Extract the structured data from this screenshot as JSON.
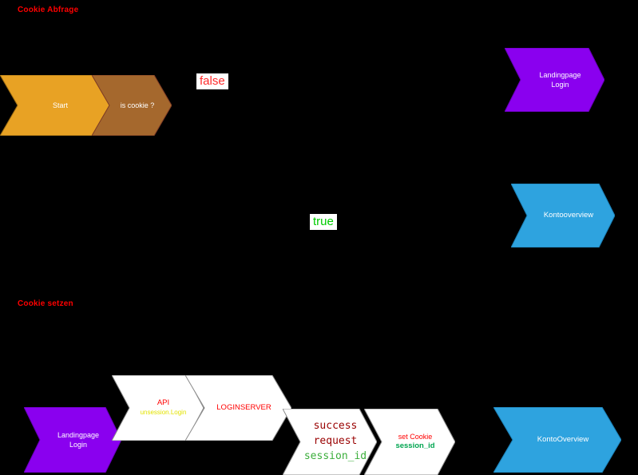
{
  "titles": {
    "cookie_abfrage": "Cookie Abfrage",
    "cookie_setzen": "Cookie setzen"
  },
  "colors": {
    "background": "#000000",
    "orange": "#E8A224",
    "orange_stroke": "#9A6A12",
    "brown": "#A5682D",
    "brown_stroke": "#7E3B25",
    "purple": "#8A00EF",
    "purple_stroke": "#6600B8",
    "blue": "#2EA3DF",
    "blue_stroke": "#1B7FB5",
    "white": "#FFFFFF",
    "white_stroke": "#8C8C8C",
    "red_text": "#FF0000",
    "false_red": "#FF2A2A",
    "true_green": "#00CC00",
    "dark_red_text": "#990000",
    "session_green": "#3AAE3A",
    "set_cookie_green": "#00A550",
    "yellow_text": "#E3E300"
  },
  "top_flow": {
    "start": "Start",
    "is_cookie": "is cookie ?",
    "false_tag": "false",
    "true_tag": "true",
    "landingpage": {
      "line1": "Landingpage",
      "line2": "Login"
    },
    "kontooverview": "Kontooverview"
  },
  "bottom_flow": {
    "landingpage": {
      "line1": "Landingpage",
      "line2": "Login"
    },
    "api": {
      "title": "API",
      "subtitle": "unsession.Login"
    },
    "loginserver": "LOGINSERVER",
    "response": {
      "line1": "success",
      "line2": "request",
      "line3": "session_id"
    },
    "set_cookie": {
      "line1": "set Cookie",
      "line2": "session_id"
    },
    "kontooverview": "KontoOverview"
  }
}
